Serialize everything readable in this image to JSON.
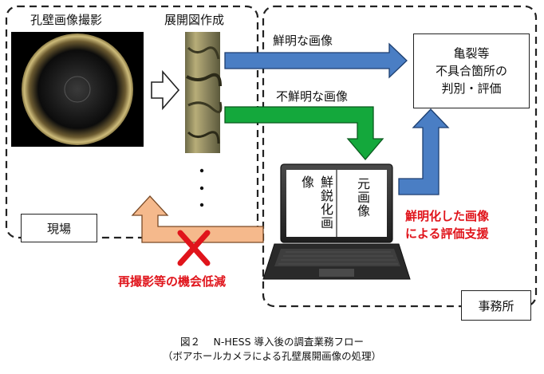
{
  "labels": {
    "borehole_imaging": "孔壁画像撮影",
    "unrolled_image": "展開図作成",
    "clear_image": "鮮明な画像",
    "unclear_image": "不鮮明な画像",
    "site": "現場",
    "office": "事務所",
    "assessment": [
      "亀裂等",
      "不具合箇所の",
      "判別・評価"
    ],
    "screen_left": "鮮鋭化画像",
    "screen_right": "元画像",
    "sharpened_support": [
      "鮮明化した画像",
      "による評価支援"
    ],
    "reduce_reshoot": "再撮影等の機会低減"
  },
  "caption": {
    "line1": "図２　 N-HESS 導入後の調査業務フロー",
    "line2": "（ボアホールカメラによる孔壁展開画像の処理）"
  },
  "colors": {
    "blue_arrow": "#4a7ec4",
    "green_arrow": "#14a83c",
    "orange_arrow": "#f5b98c",
    "red_text": "#e0141b"
  }
}
